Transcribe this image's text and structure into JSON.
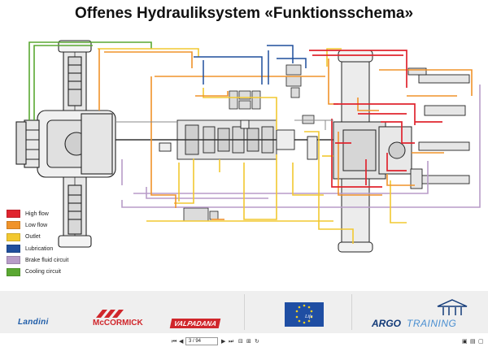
{
  "title": "Offenes Hydrauliksystem  «Funktionsschema»",
  "colors": {
    "high_flow": "#e0242e",
    "low_flow": "#f0932a",
    "outlet": "#f2c830",
    "lubrication": "#1f4e9c",
    "brake": "#b89cc8",
    "cooling": "#5aa832"
  },
  "legend": [
    {
      "label": "High flow",
      "color": "#e0242e"
    },
    {
      "label": "Low flow",
      "color": "#f0932a"
    },
    {
      "label": "Outlet",
      "color": "#f2c830"
    },
    {
      "label": "Lubrication",
      "color": "#1f4e9c"
    },
    {
      "label": "Brake fluid circuit",
      "color": "#b89cc8"
    },
    {
      "label": "Cooling circuit",
      "color": "#5aa832"
    }
  ],
  "footer": {
    "logos": [
      "Landini",
      "McCORMICK",
      "VALPADANA",
      "Life",
      "ARGO",
      "TRAINING"
    ]
  },
  "viewer": {
    "page": "3 / 94"
  }
}
